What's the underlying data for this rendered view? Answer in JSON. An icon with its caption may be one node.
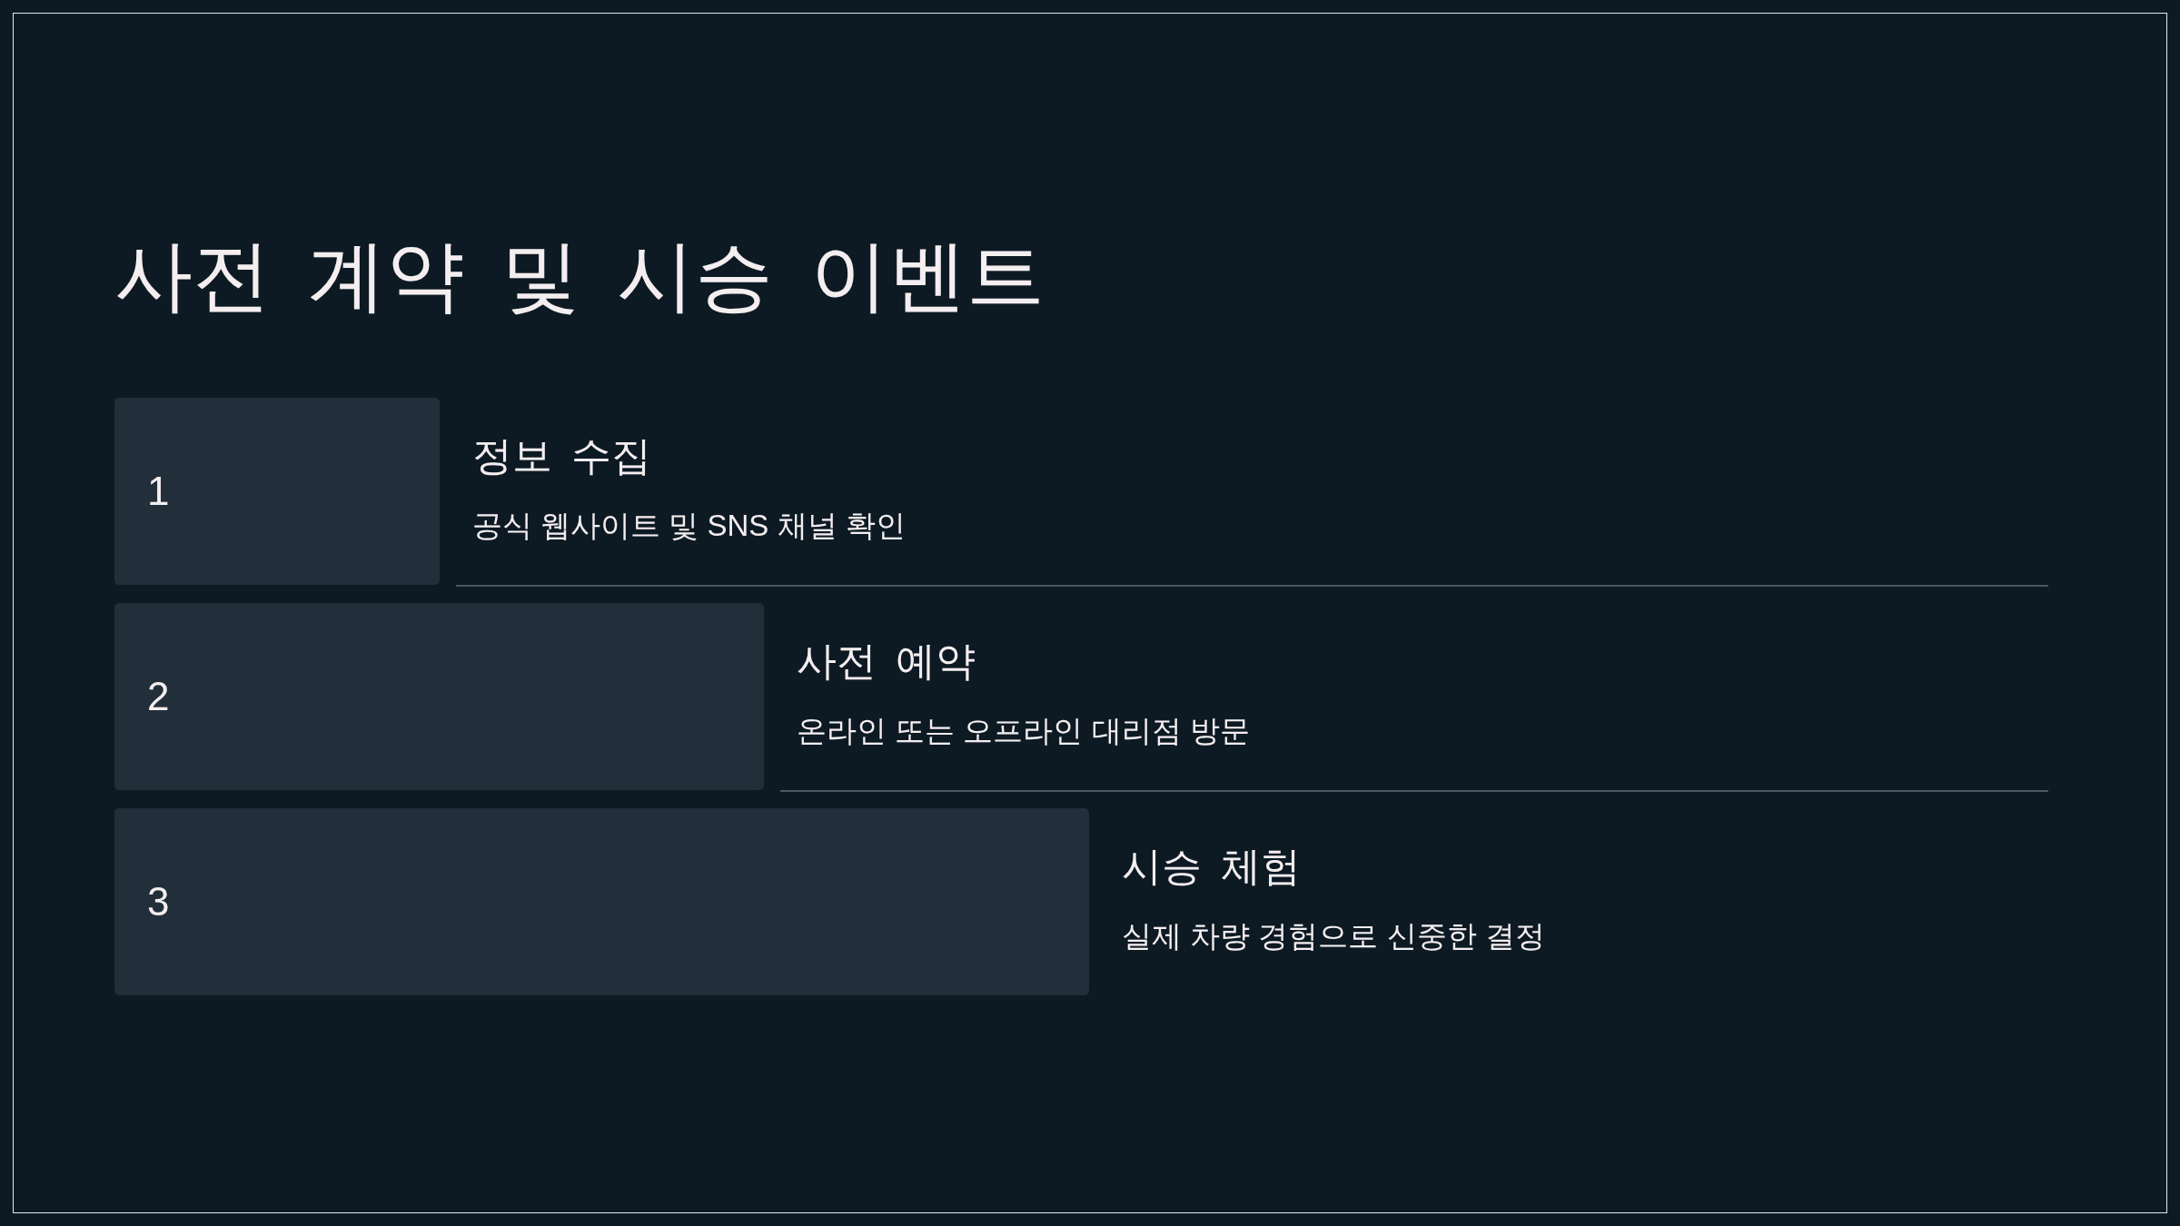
{
  "diagram": {
    "title": "사전 계약 및 시승 이벤트",
    "nodes": [
      {
        "text": [
          "1"
        ],
        "beside": [
          "정보 수집",
          "공식 웹사이트 및 SNS 채널 확인"
        ]
      },
      {
        "text": [
          "2"
        ],
        "beside": [
          "사전 예약",
          "온라인 또는 오프라인 대리점 방문"
        ]
      },
      {
        "text": [
          "3"
        ],
        "beside": [
          "시승 체험",
          "실제 차량 경험으로 신중한 결정"
        ]
      }
    ]
  }
}
